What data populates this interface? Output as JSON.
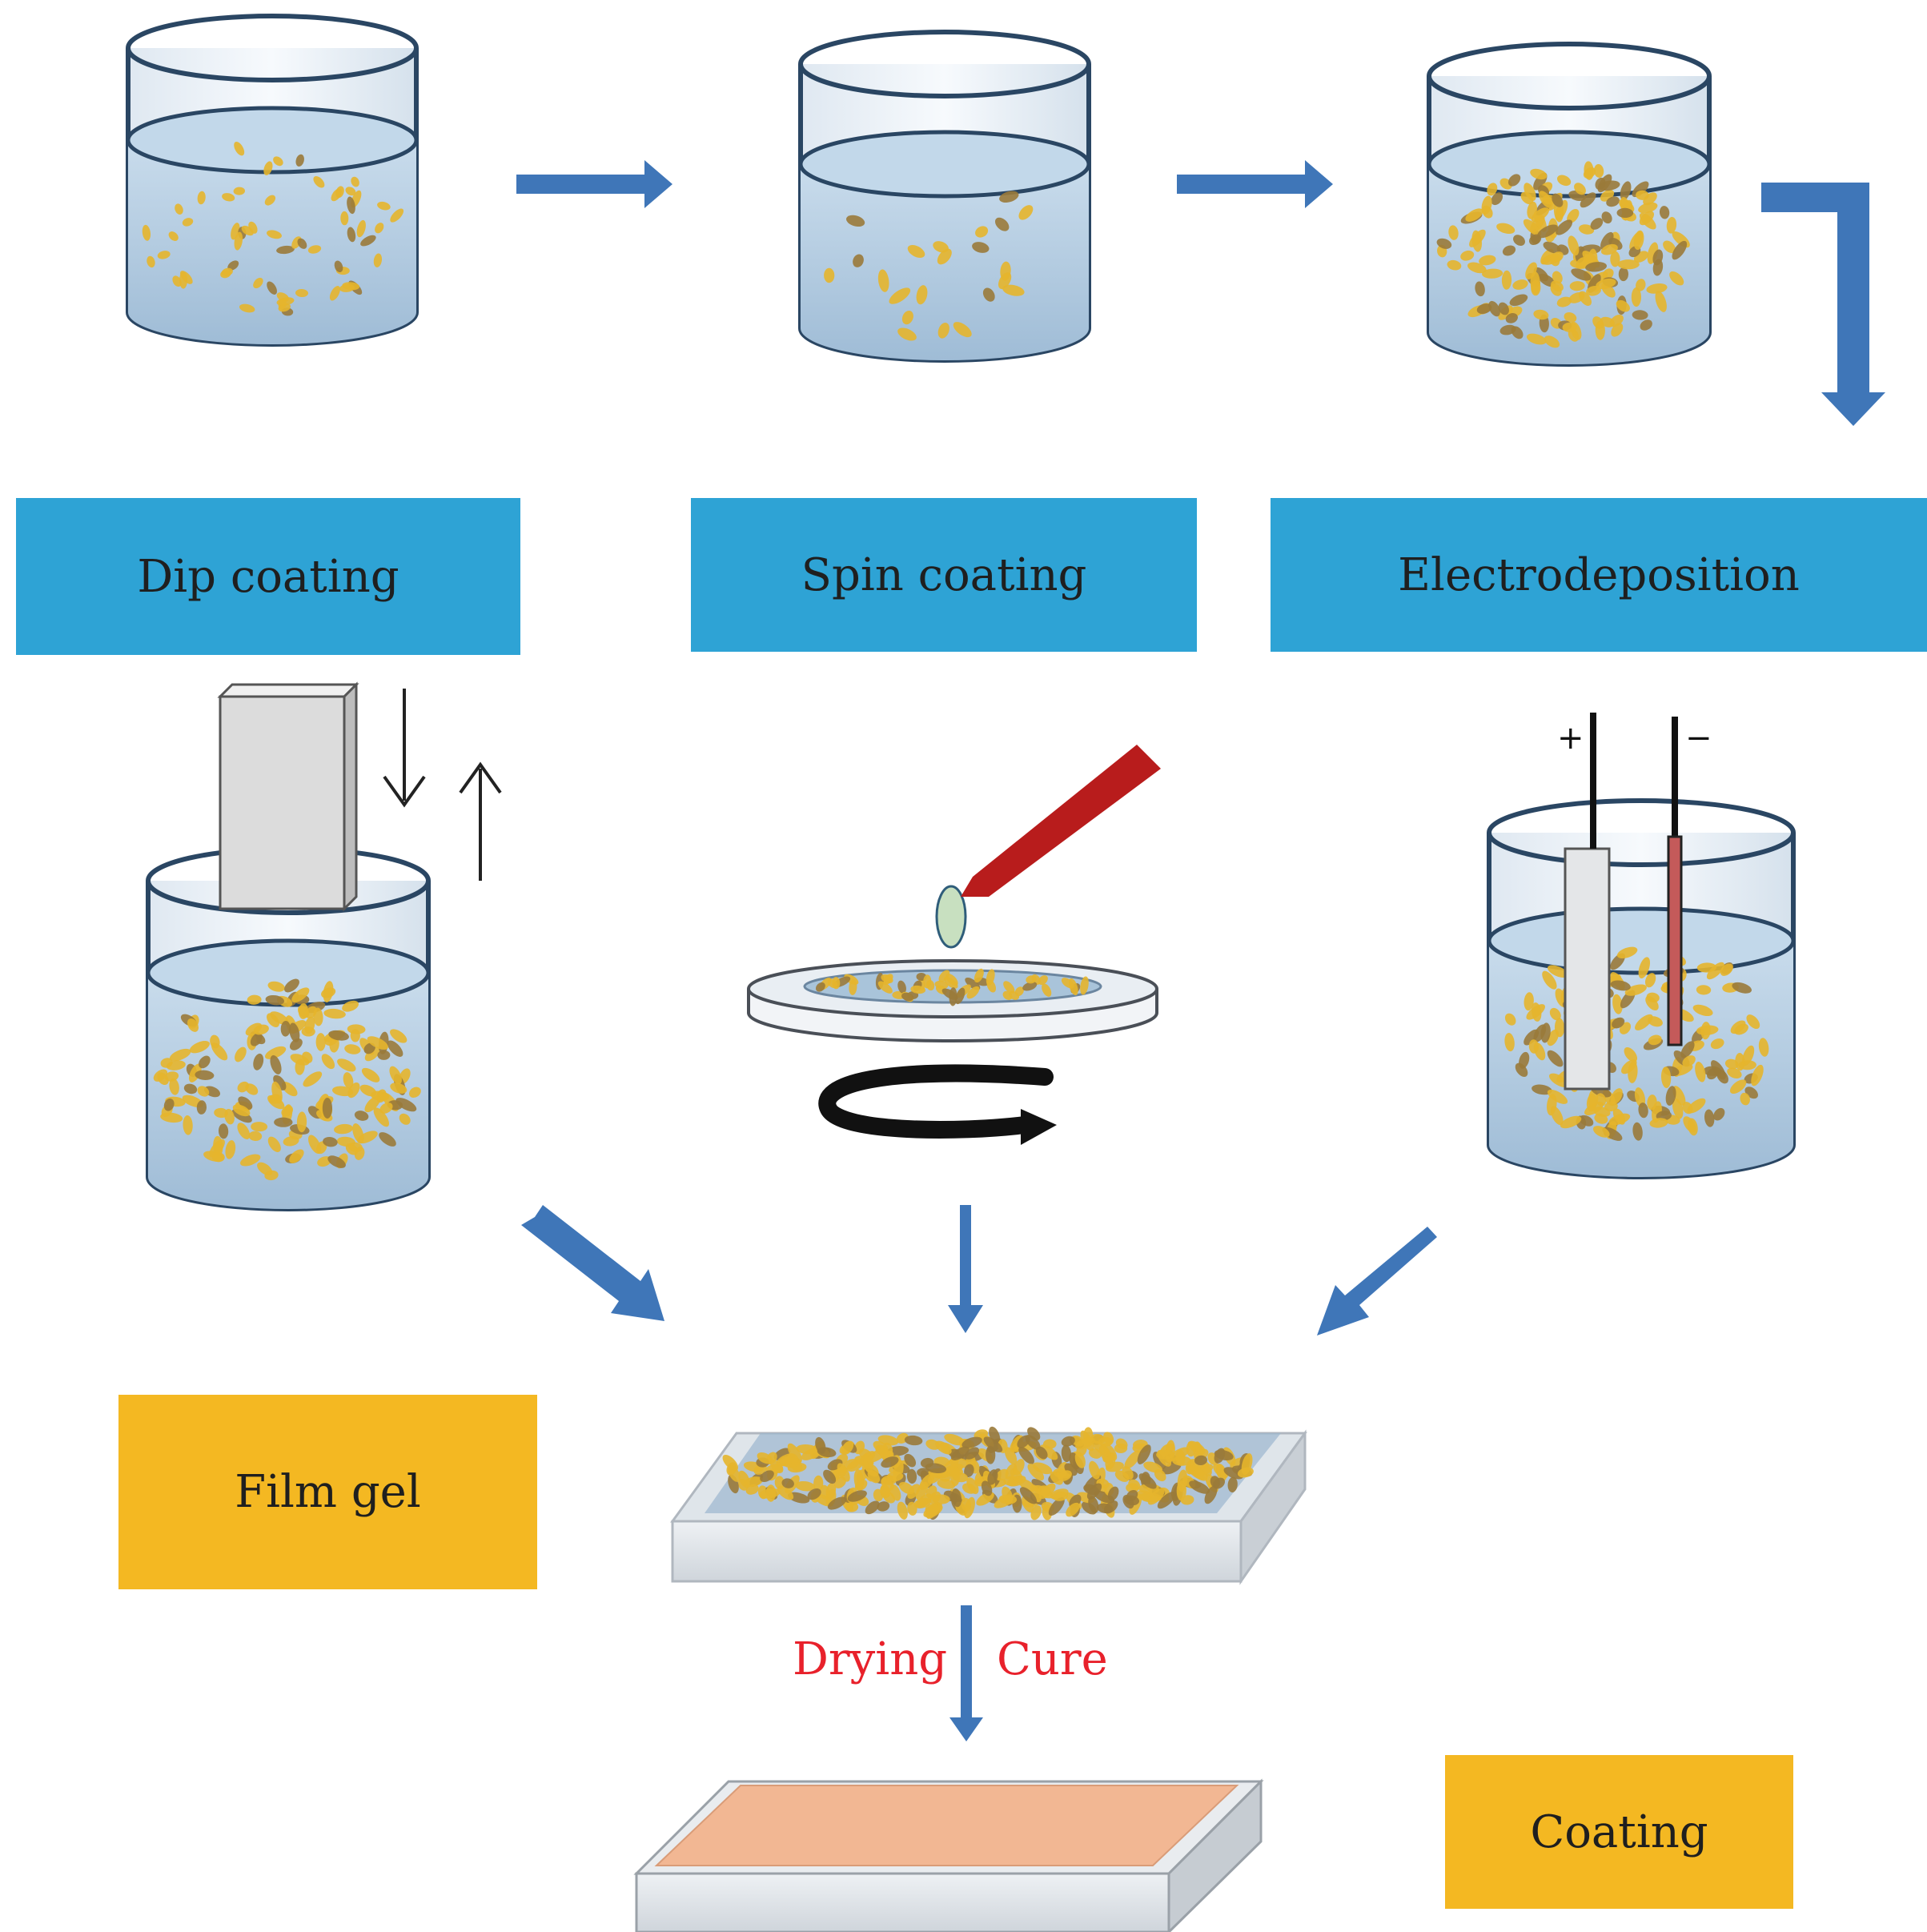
{
  "methods": {
    "dip": "Dip coating",
    "spin": "Spin coating",
    "electro": "Electrodeposition"
  },
  "stages": {
    "film_gel": "Film gel",
    "coating": "Coating"
  },
  "process": {
    "drying": "Drying",
    "cure": "Cure"
  },
  "electrodes": {
    "plus": "+",
    "minus": "−"
  },
  "colors": {
    "method_box": "#2ea3d5",
    "stage_box": "#f4b822",
    "arrow": "#3f76b8",
    "process_text": "#e8212b",
    "liquid": "#b9d2e6",
    "particle": "#e6b52c",
    "pipette": "#b81c1c",
    "coating_layer": "#f2b793"
  }
}
